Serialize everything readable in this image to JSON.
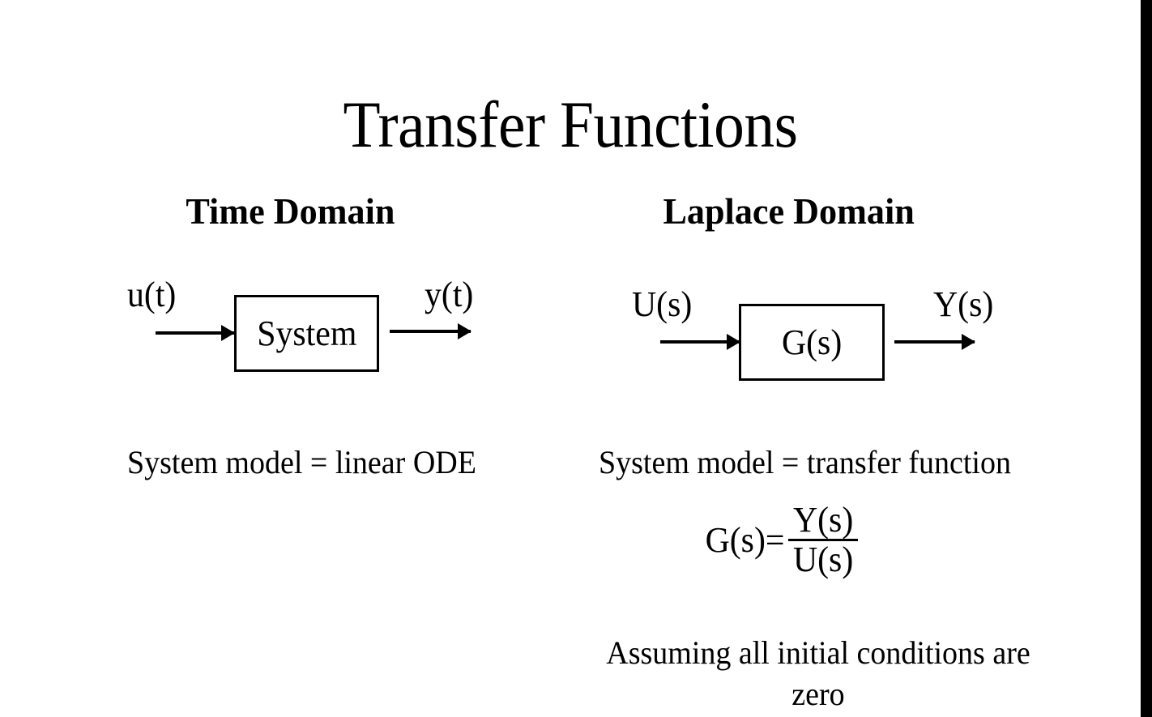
{
  "slide": {
    "title": "Transfer Functions",
    "background_color": "#ffffff",
    "text_color": "#000000",
    "edge_strip_color": "#000000"
  },
  "columns": {
    "left": {
      "heading": "Time Domain",
      "diagram": {
        "input_label": "u(t)",
        "block_label": "System",
        "output_label": "y(t)"
      },
      "caption": "System model = linear ODE"
    },
    "right": {
      "heading": "Laplace Domain",
      "diagram": {
        "input_label": "U(s)",
        "block_label": "G(s)",
        "output_label": "Y(s)"
      },
      "caption": "System model = transfer function",
      "equation": {
        "lhs": "G(s)=",
        "numerator": "Y(s)",
        "denominator": "U(s)"
      },
      "note_line_1": "Assuming all initial conditions are",
      "note_line_2": "zero"
    }
  }
}
